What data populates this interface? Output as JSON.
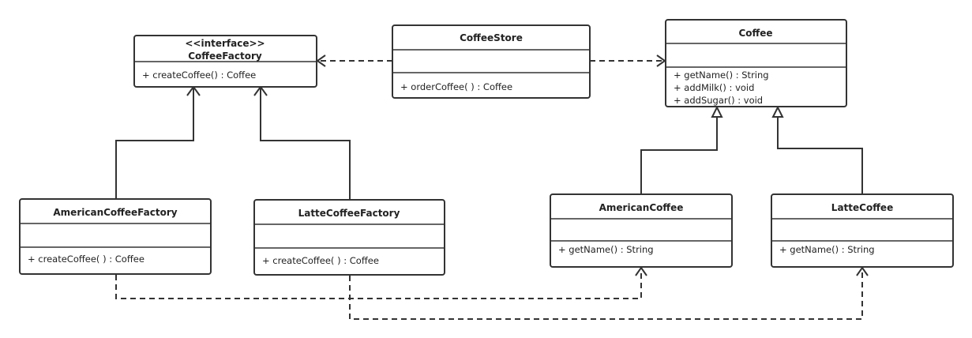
{
  "classes": {
    "coffee_factory": {
      "stereotype": "<<interface>>",
      "name": "CoffeeFactory",
      "methods": [
        "+ createCoffee() : Coffee"
      ]
    },
    "coffee_store": {
      "name": "CoffeeStore",
      "methods": [
        "+ orderCoffee( ) : Coffee"
      ]
    },
    "coffee": {
      "name": "Coffee",
      "methods": [
        "+ getName() : String",
        "+ addMilk() : void",
        "+ addSugar() : void"
      ]
    },
    "american_coffee_factory": {
      "name": "AmericanCoffeeFactory",
      "methods": [
        "+ createCoffee( ) : Coffee"
      ]
    },
    "latte_coffee_factory": {
      "name": "LatteCoffeeFactory",
      "methods": [
        "+ createCoffee( ) : Coffee"
      ]
    },
    "american_coffee": {
      "name": "AmericanCoffee",
      "methods": [
        "+ getName() : String"
      ]
    },
    "latte_coffee": {
      "name": "LatteCoffee",
      "methods": [
        "+ getName() : String"
      ]
    }
  },
  "relations": [
    {
      "from": "AmericanCoffeeFactory",
      "to": "CoffeeFactory",
      "type": "realization"
    },
    {
      "from": "LatteCoffeeFactory",
      "to": "CoffeeFactory",
      "type": "realization"
    },
    {
      "from": "CoffeeStore",
      "to": "CoffeeFactory",
      "type": "dependency"
    },
    {
      "from": "CoffeeStore",
      "to": "Coffee",
      "type": "dependency"
    },
    {
      "from": "AmericanCoffee",
      "to": "Coffee",
      "type": "generalization"
    },
    {
      "from": "LatteCoffee",
      "to": "Coffee",
      "type": "generalization"
    },
    {
      "from": "AmericanCoffeeFactory",
      "to": "AmericanCoffee",
      "type": "dependency"
    },
    {
      "from": "LatteCoffeeFactory",
      "to": "LatteCoffee",
      "type": "dependency"
    }
  ]
}
